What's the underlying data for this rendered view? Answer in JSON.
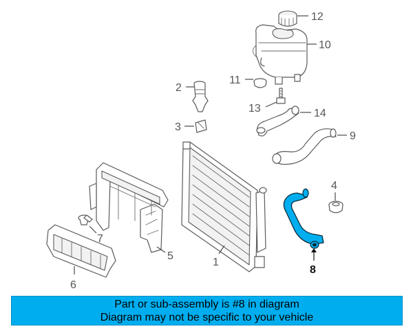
{
  "diagram": {
    "callouts": {
      "c1": "1",
      "c2": "2",
      "c3": "3",
      "c4": "4",
      "c5": "5",
      "c6": "6",
      "c7": "7",
      "c8": "8",
      "c9": "9",
      "c10": "10",
      "c11": "11",
      "c12": "12",
      "c13": "13",
      "c14": "14"
    },
    "highlight_part": "8",
    "highlight_color": "#00aeef"
  },
  "banner": {
    "line1": "Part or sub-assembly is #8 in diagram",
    "line2": "Diagram may not be specific to your vehicle",
    "background": "#00aeef"
  }
}
